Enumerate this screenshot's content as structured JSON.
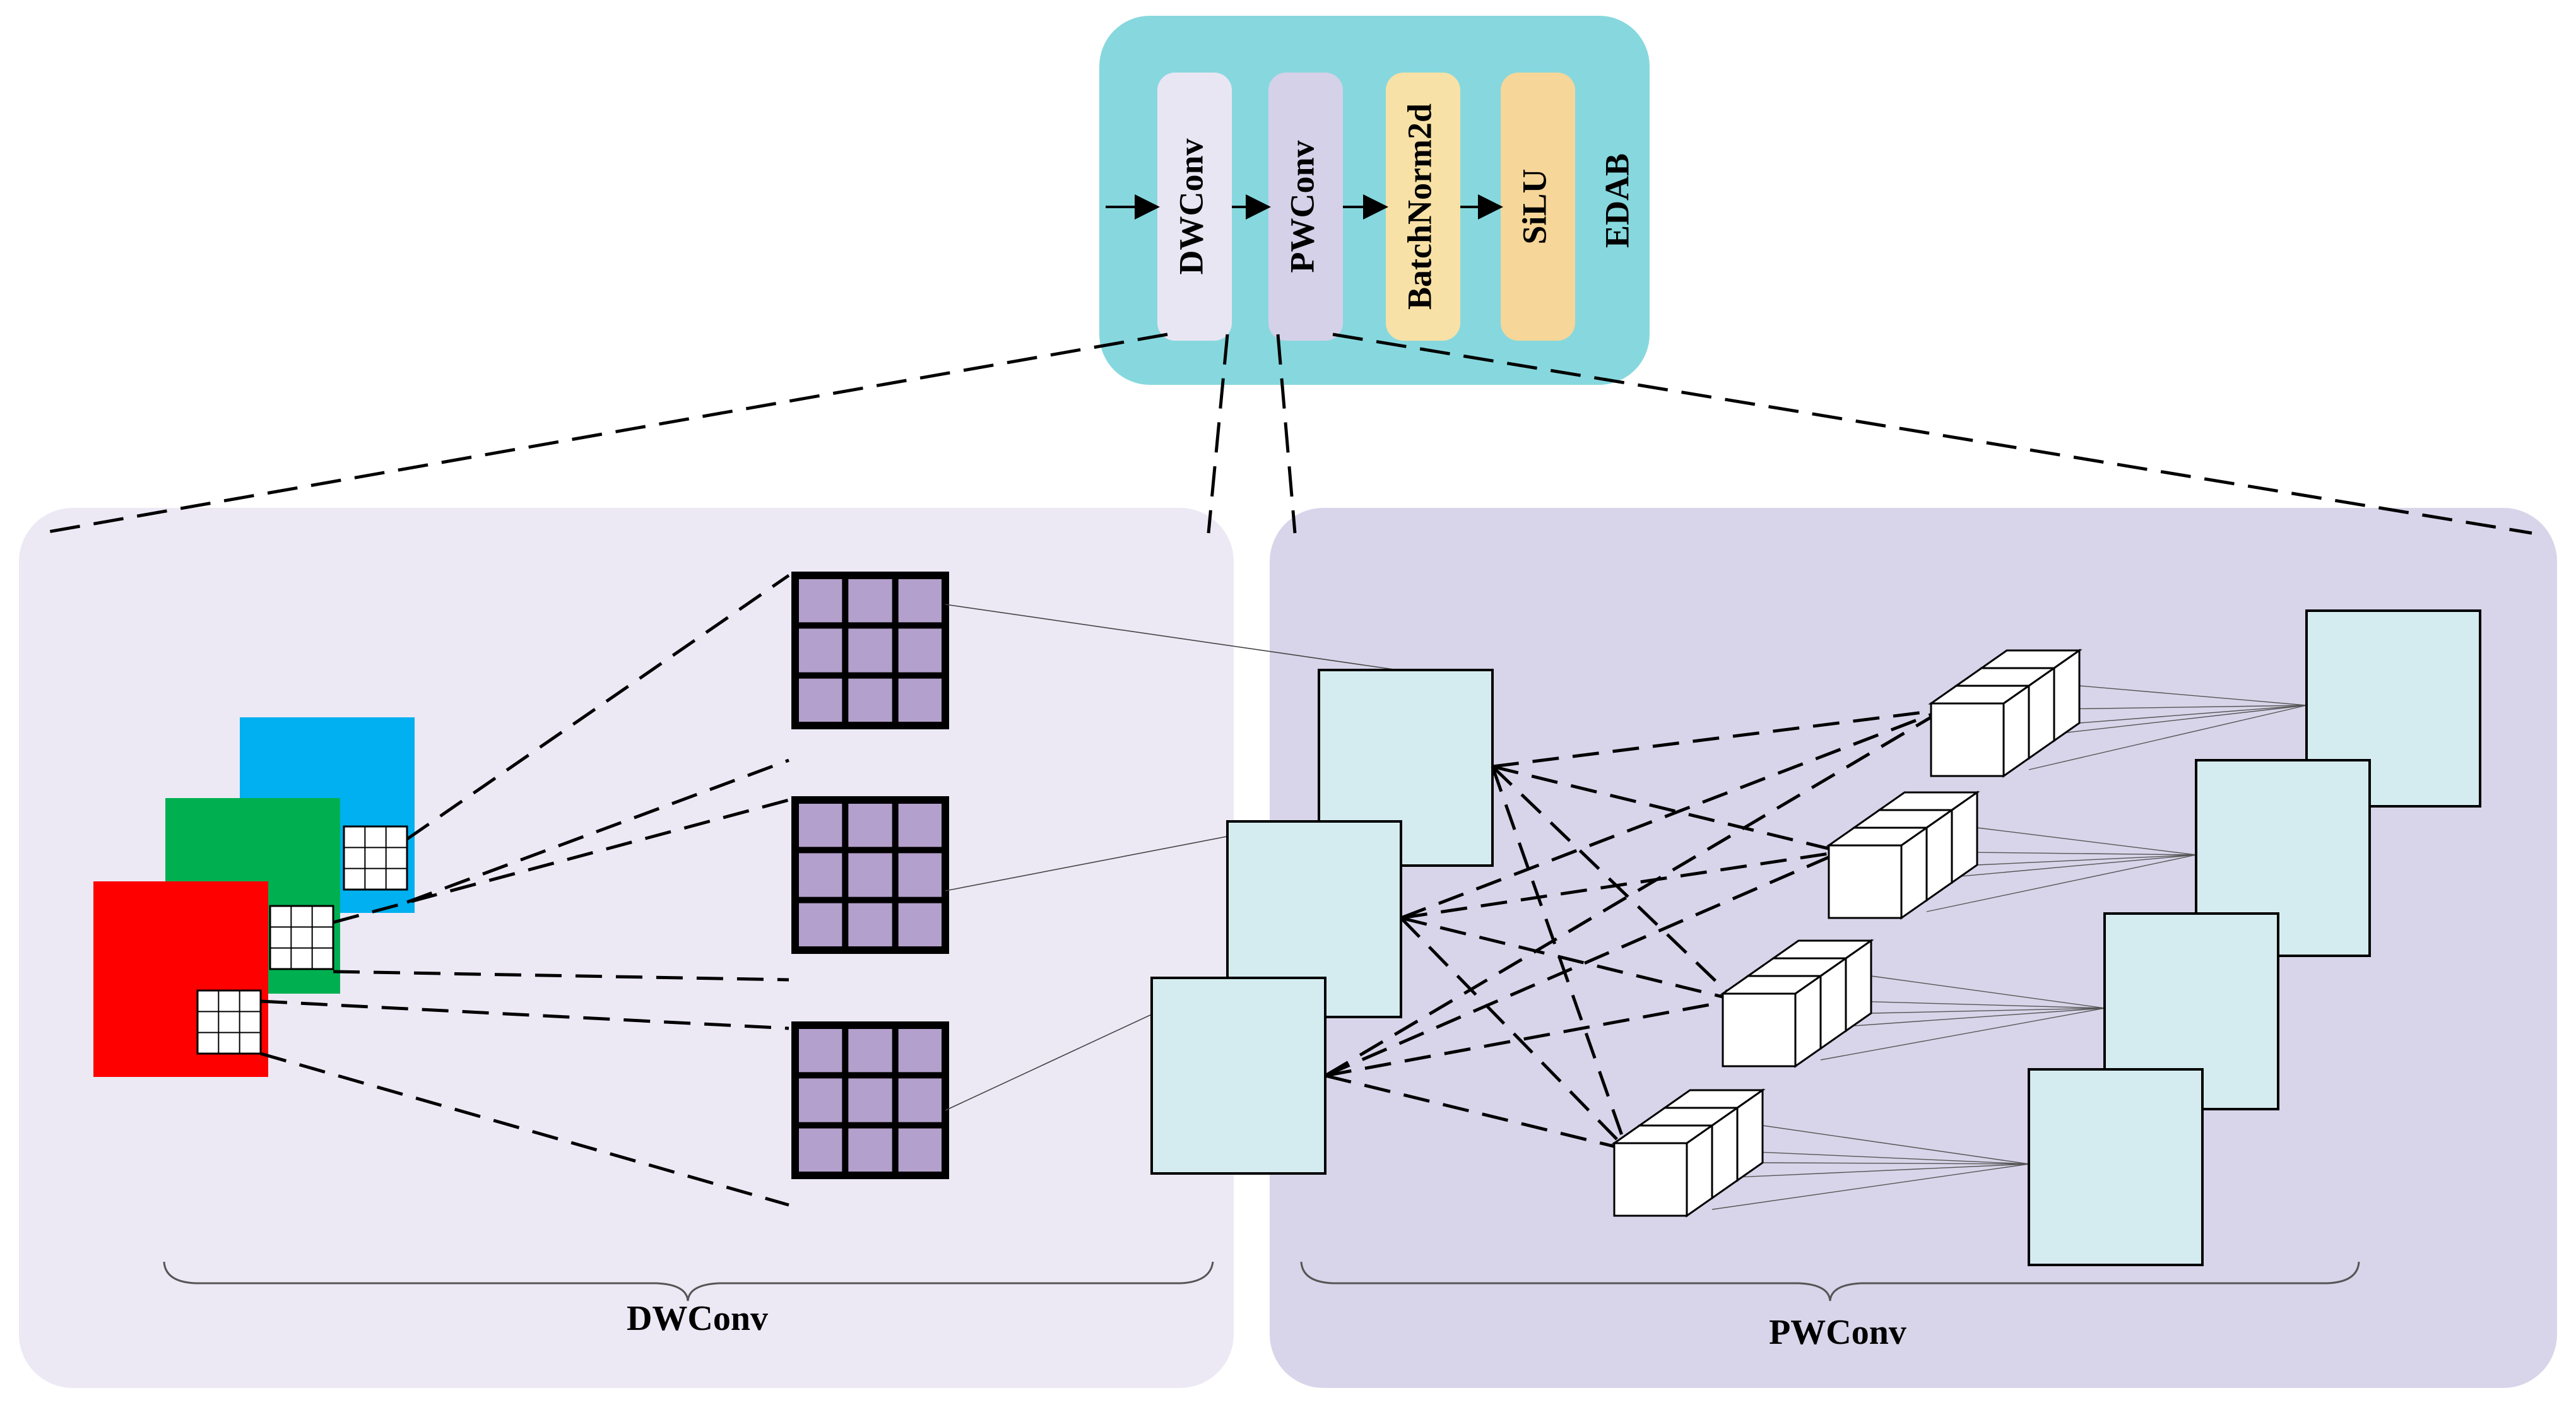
{
  "edab": {
    "title": "EDAB",
    "blocks": [
      {
        "label": "DWConv",
        "color": "#E9E6F3"
      },
      {
        "label": "PWConv",
        "color": "#D5D1E8"
      },
      {
        "label": "BatchNorm2d",
        "color": "#F8E1A6"
      },
      {
        "label": "SiLU",
        "color": "#F6D699"
      }
    ],
    "color": "#86D8DE"
  },
  "panels": {
    "dwconv": {
      "label": "DWConv",
      "color": "#ECE9F5"
    },
    "pwconv": {
      "label": "PWConv",
      "color": "#D8D5EA"
    }
  },
  "colors": {
    "input_channels": [
      "#00B0F0",
      "#00B050",
      "#FF0000"
    ],
    "kernel_fill": "#B4A0CC",
    "feature_map": "#D4ECF0"
  }
}
